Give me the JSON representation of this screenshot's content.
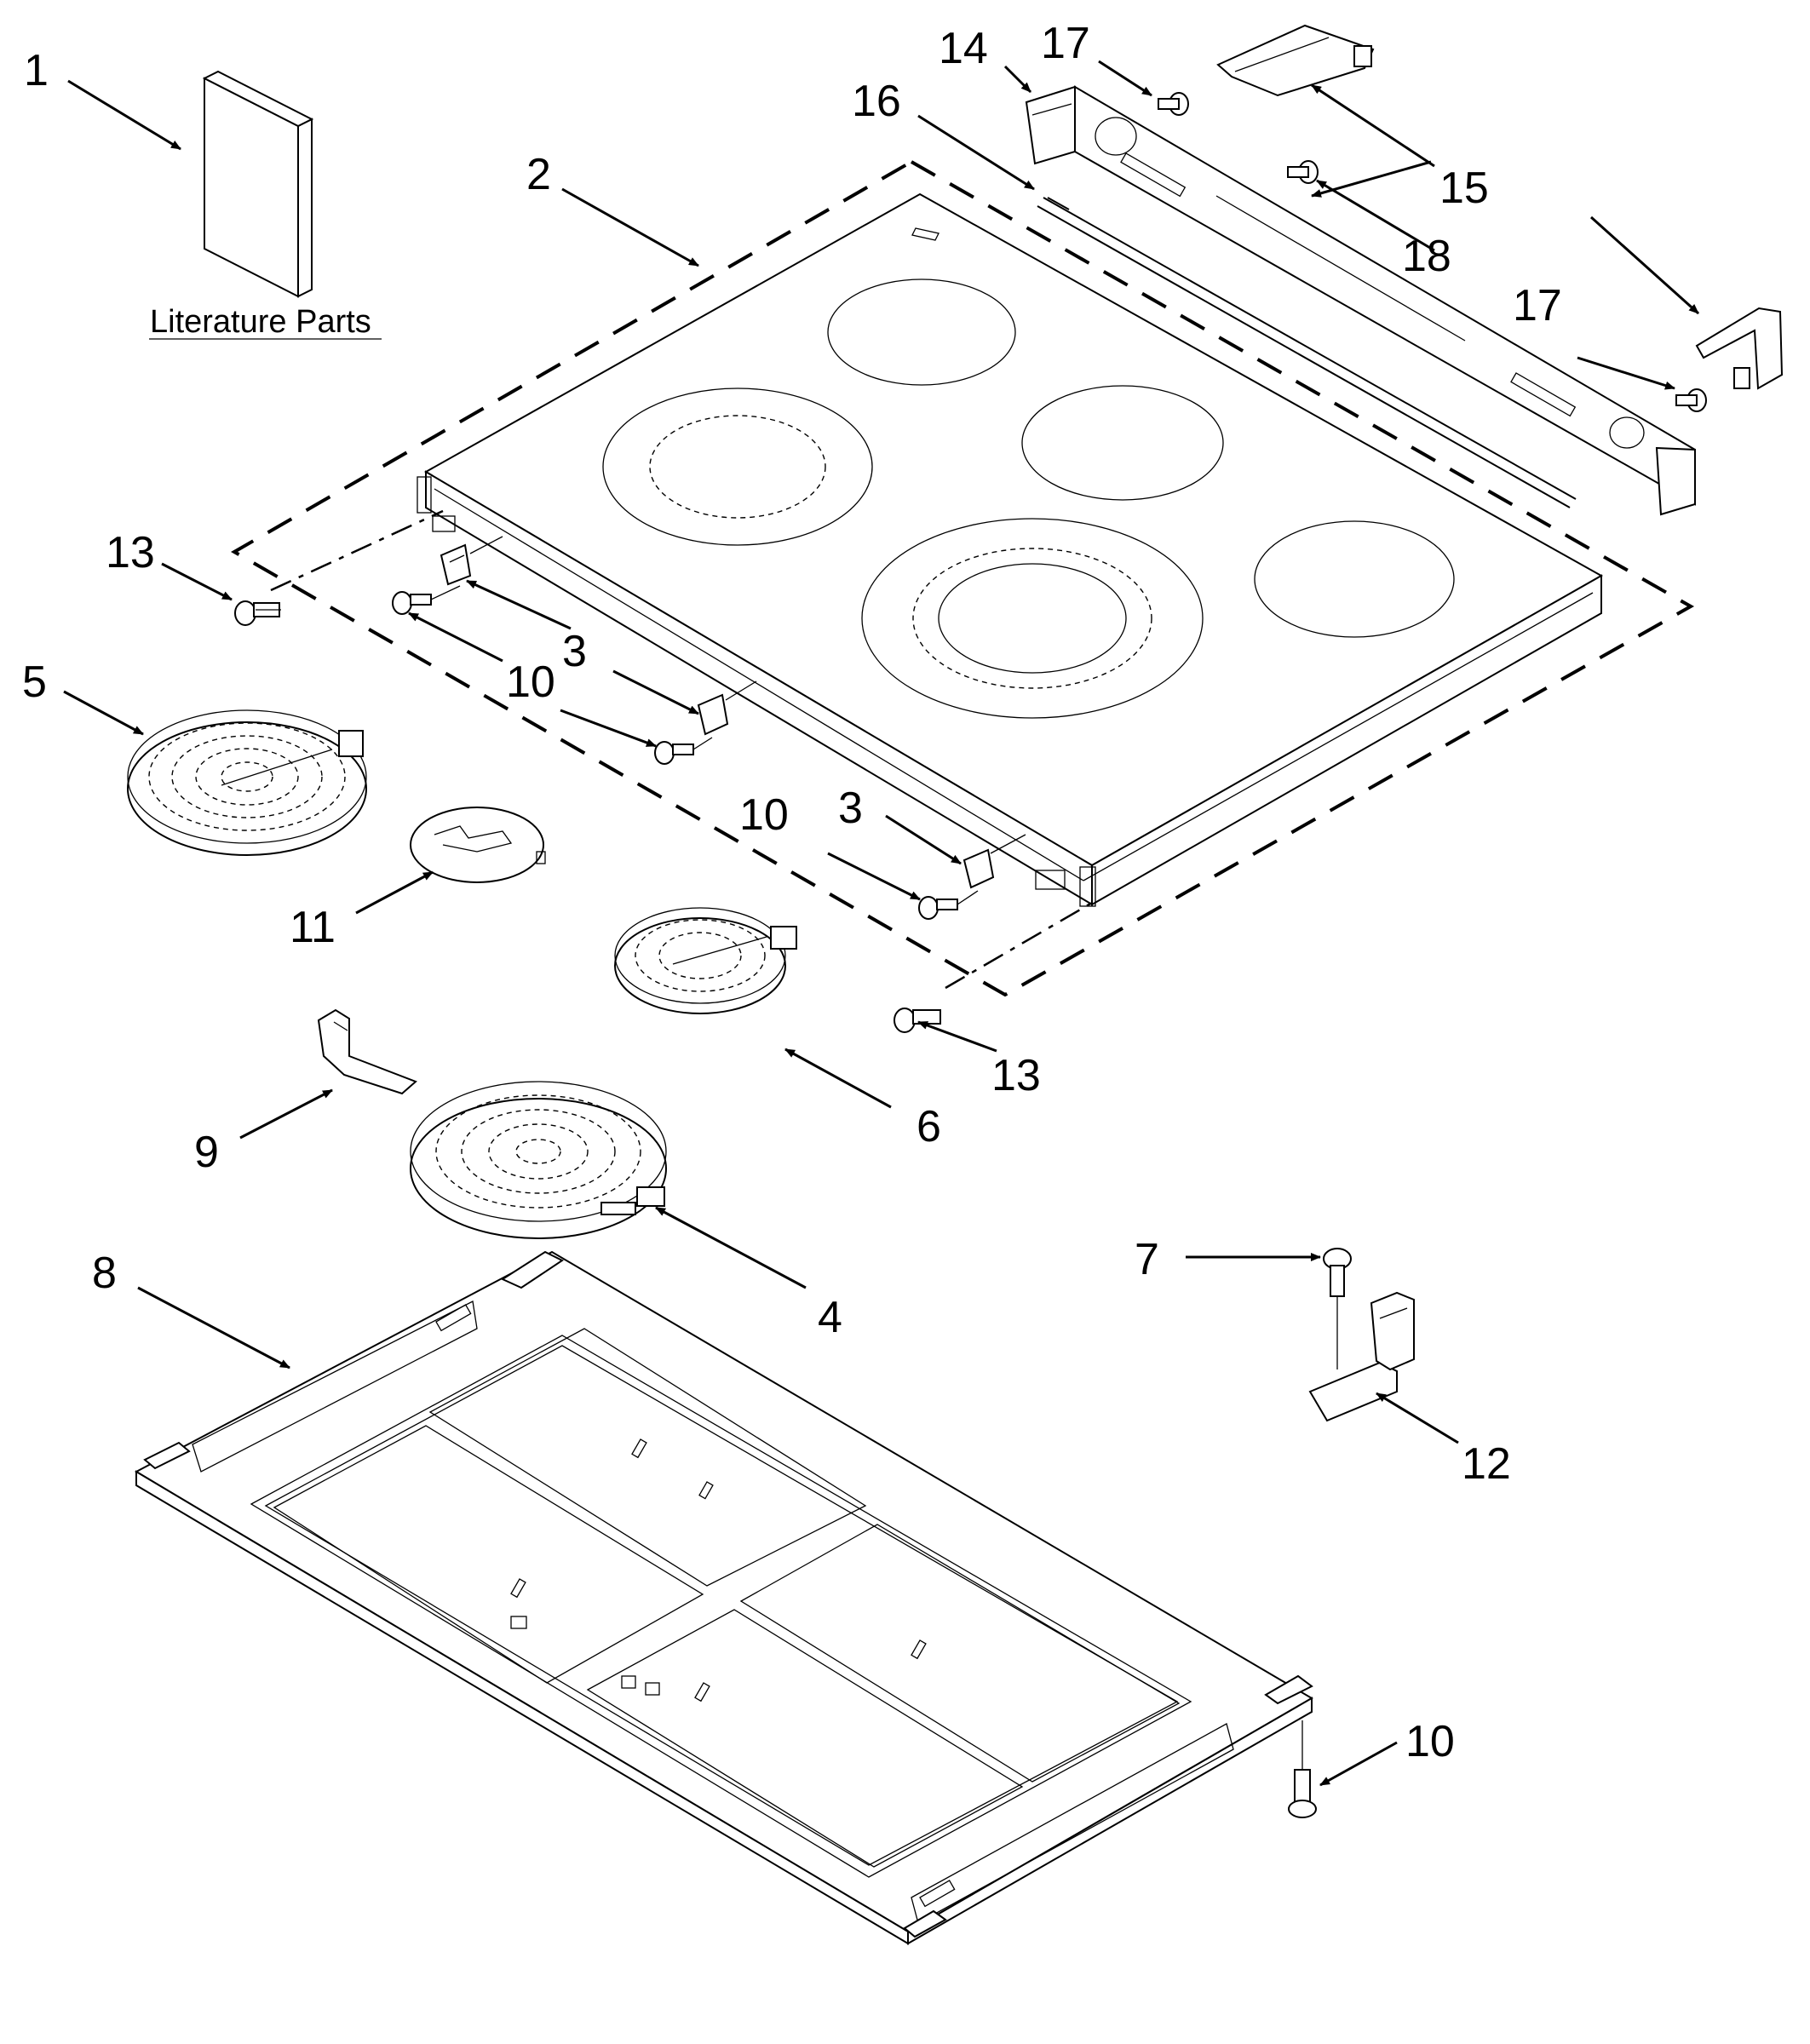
{
  "literature_label": "Literature Parts",
  "callouts": [
    {
      "id": "c1",
      "text": "1"
    },
    {
      "id": "c2",
      "text": "2"
    },
    {
      "id": "c3a",
      "text": "3"
    },
    {
      "id": "c3b",
      "text": "3"
    },
    {
      "id": "c4",
      "text": "4"
    },
    {
      "id": "c5",
      "text": "5"
    },
    {
      "id": "c6",
      "text": "6"
    },
    {
      "id": "c7",
      "text": "7"
    },
    {
      "id": "c8",
      "text": "8"
    },
    {
      "id": "c9",
      "text": "9"
    },
    {
      "id": "c10a",
      "text": "10"
    },
    {
      "id": "c10b",
      "text": "10"
    },
    {
      "id": "c10c",
      "text": "10"
    },
    {
      "id": "c11",
      "text": "11"
    },
    {
      "id": "c12",
      "text": "12"
    },
    {
      "id": "c13a",
      "text": "13"
    },
    {
      "id": "c13b",
      "text": "13"
    },
    {
      "id": "c14",
      "text": "14"
    },
    {
      "id": "c15",
      "text": "15"
    },
    {
      "id": "c16",
      "text": "16"
    },
    {
      "id": "c17a",
      "text": "17"
    },
    {
      "id": "c17b",
      "text": "17"
    },
    {
      "id": "c18",
      "text": "18"
    }
  ]
}
